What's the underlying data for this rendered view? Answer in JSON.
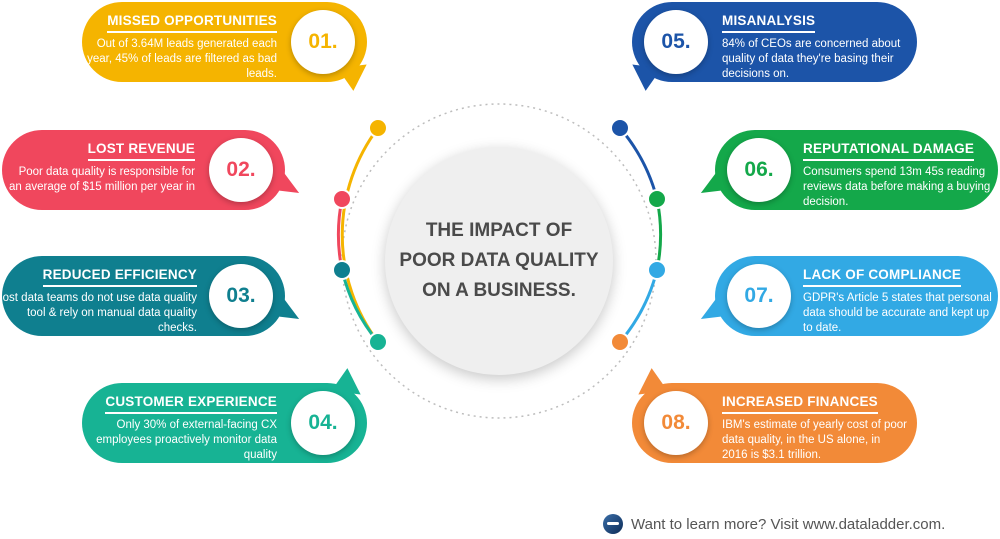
{
  "center": {
    "line1": "THE IMPACT OF",
    "line2": "POOR DATA QUALITY",
    "line3": "ON A BUSINESS."
  },
  "items": [
    {
      "number": "01.",
      "title": "MISSED OPPORTUNITIES",
      "desc": "Out of 3.64M leads generated each year, 45% of leads are filtered as bad leads.",
      "color": "#f5b400"
    },
    {
      "number": "02.",
      "title": "LOST REVENUE",
      "desc": "Poor data quality is responsible for an average of $15 million per year in",
      "color": "#f0475d"
    },
    {
      "number": "03.",
      "title": "REDUCED EFFICIENCY",
      "desc": "Most data teams do not use data quality tool & rely on manual data quality checks.",
      "color": "#0f7f8f"
    },
    {
      "number": "04.",
      "title": "CUSTOMER EXPERIENCE",
      "desc": "Only 30% of external-facing CX employees proactively monitor data quality",
      "color": "#17b394"
    },
    {
      "number": "05.",
      "title": "MISANALYSIS",
      "desc": "84% of CEOs are concerned about quality of data they're basing their decisions on.",
      "color": "#1c54a8"
    },
    {
      "number": "06.",
      "title": "REPUTATIONAL DAMAGE",
      "desc": "Consumers spend 13m 45s reading reviews data before making a buying decision.",
      "color": "#14a84a"
    },
    {
      "number": "07.",
      "title": "LACK OF COMPLIANCE",
      "desc": "GDPR's Article 5 states that personal data should be accurate and kept up to date.",
      "color": "#32a9e4"
    },
    {
      "number": "08.",
      "title": "INCREASED FINANCES",
      "desc": "IBM's estimate of yearly cost of poor data quality, in the US alone, in 2016 is $3.1 trillion.",
      "color": "#f28a38"
    }
  ],
  "footer": {
    "text": "Want to learn more? Visit www.dataladder.com."
  }
}
